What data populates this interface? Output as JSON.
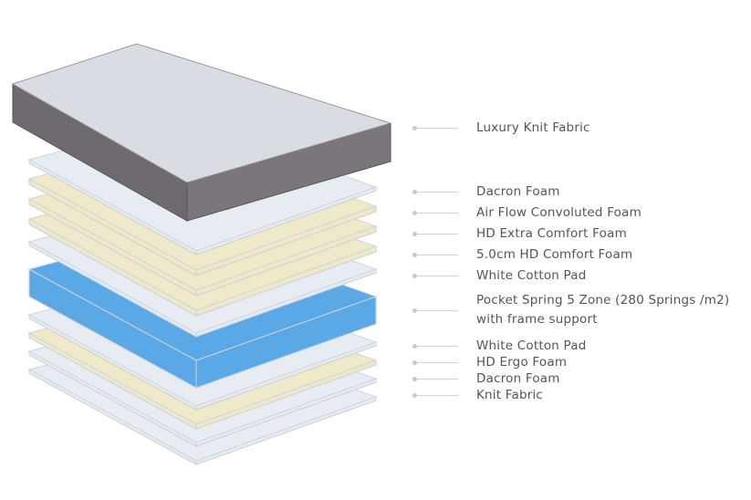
{
  "labels": [
    "Luxury Knit Fabric",
    "Dacron Foam",
    "Air Flow Convoluted Foam",
    "HD Extra Comfort Foam",
    "5.0cm HD Comfort Foam",
    "White Cotton Pad",
    "Pocket Spring 5 Zone (280 Springs /m2)",
    "with frame support",
    "White Cotton Pad",
    "HD Ergo Foam",
    "Dacron Foam",
    "Knit Fabric"
  ],
  "colors": {
    "white_layer": "#e6ecf2",
    "yellow_layer": "#efe9c9",
    "blue_layer": "#5aa9e6",
    "mattress_top": "#d9dde3",
    "mattress_side": "#6e6a70",
    "text": "#555555"
  }
}
